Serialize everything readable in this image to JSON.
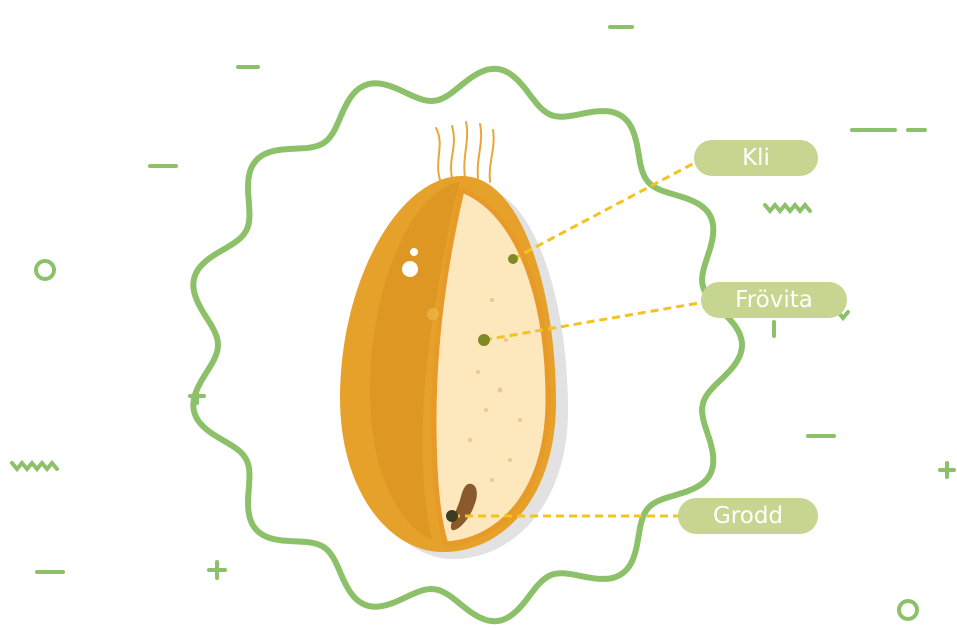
{
  "labels": {
    "bran": "Kli",
    "endosperm": "Frövita",
    "germ": "Grodd"
  },
  "colors": {
    "frame_green": "#8cc16a",
    "pill_fill": "#c6d590",
    "leader_line": "#f3c31f",
    "marker_dot": "#7e8a23",
    "husk_outer": "#e6a12a",
    "husk_dark": "#d8901e",
    "endosperm": "#fde7bd",
    "germ": "#8a5a2c"
  },
  "icons": [
    "minus-icon",
    "plus-icon",
    "circle-icon",
    "wave-icon"
  ]
}
